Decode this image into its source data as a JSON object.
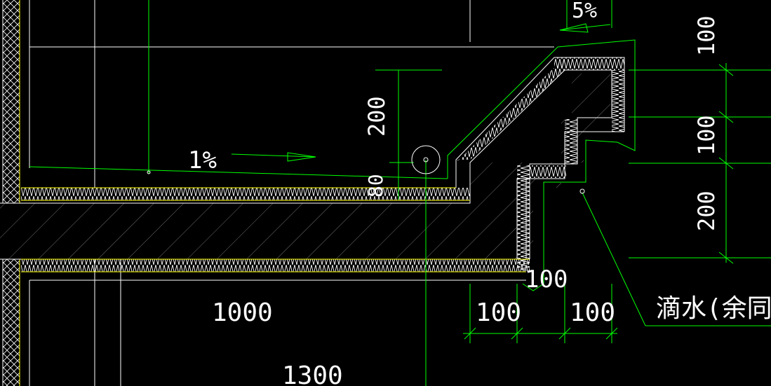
{
  "colors": {
    "background": "#000000",
    "structure": "#ffffff",
    "dimension": "#00ff00",
    "insulation": "#ffff00",
    "text": "#ffffff"
  },
  "annotations": {
    "slope_1pct": "1%",
    "slope_5pct": "5%",
    "drip_note": "滴水(余同"
  },
  "dimensions": {
    "d_100_top_right": "100",
    "d_100_mid_right": "100",
    "d_200_bottom_right": "200",
    "d_200_left": "200",
    "d_80": "80",
    "d_100_drip": "100",
    "d_1000": "1000",
    "d_100_bottom_a": "100",
    "d_100_bottom_b": "100",
    "d_1300": "1300"
  }
}
